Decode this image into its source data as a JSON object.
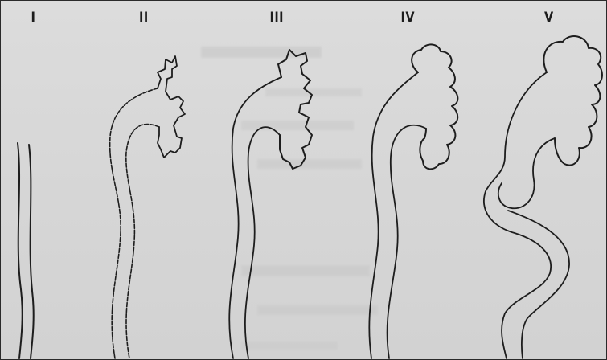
{
  "stages": [
    {
      "label": "I"
    },
    {
      "label": "II"
    },
    {
      "label": "III"
    },
    {
      "label": "IV"
    },
    {
      "label": "V"
    }
  ],
  "colors": {
    "paper": "#d7d7d7",
    "ink": "#1d1d1d"
  }
}
